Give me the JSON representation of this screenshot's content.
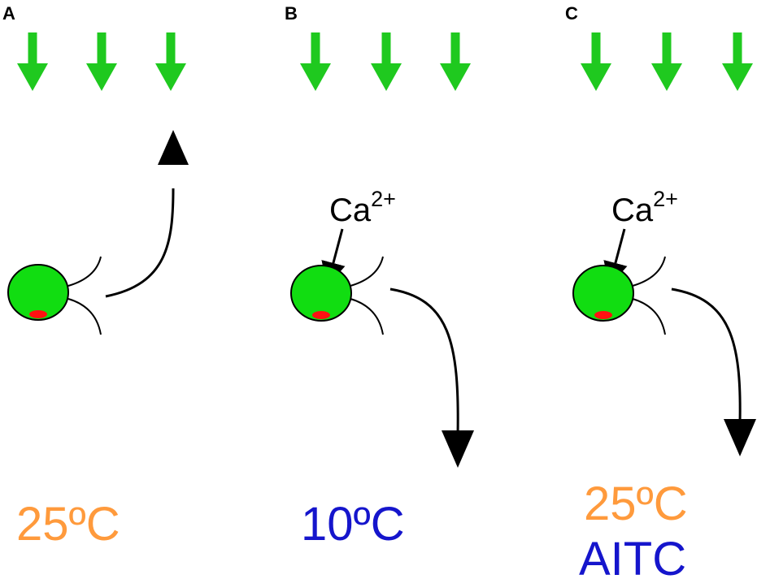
{
  "colors": {
    "light_arrow": "#1fc91f",
    "cell_fill": "#11dd11",
    "eyespot": "#ff1111",
    "stroke": "#000000",
    "warm_text": "#ff9a3c",
    "cold_text": "#1515cc"
  },
  "panels": [
    {
      "letter": "A",
      "calcium_base": "",
      "calcium_sup": "",
      "response": "toward-light",
      "conditions": [
        {
          "text": "25ºC",
          "color": "#ff9a3c"
        }
      ]
    },
    {
      "letter": "B",
      "calcium_base": "Ca",
      "calcium_sup": "2+",
      "response": "away-from-light",
      "conditions": [
        {
          "text": "10ºC",
          "color": "#1515cc"
        }
      ]
    },
    {
      "letter": "C",
      "calcium_base": "Ca",
      "calcium_sup": "2+",
      "response": "away-from-light",
      "conditions": [
        {
          "text": "25ºC",
          "color": "#ff9a3c"
        },
        {
          "text": "AITC",
          "color": "#1515cc"
        }
      ]
    }
  ]
}
